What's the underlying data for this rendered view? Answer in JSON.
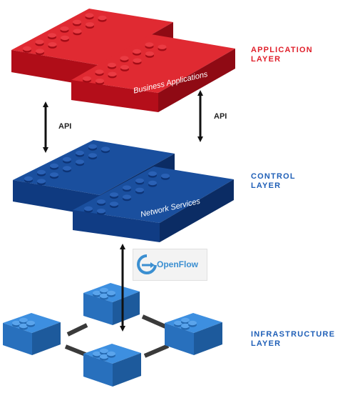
{
  "colors": {
    "application_red": "#c8101e",
    "control_blue": "#123f8c",
    "infrastructure_blue": "#2d7fd1",
    "label_red": "#e0202b",
    "label_blue": "#1f5fb7",
    "openflow_blue": "#3b8fd1"
  },
  "layers": {
    "application": {
      "line1": "APPLICATION",
      "line2": "LAYER",
      "brick_text": "Business Applications"
    },
    "control": {
      "line1": "CONTROL",
      "line2": "LAYER",
      "brick_text": "Network Services"
    },
    "infrastructure": {
      "line1": "INFRASTRUCTURE",
      "line2": "LAYER"
    }
  },
  "api_labels": {
    "left": "API",
    "right": "API"
  },
  "openflow": {
    "text": "OpenFlow",
    "icon": "openflow-logo-icon"
  }
}
